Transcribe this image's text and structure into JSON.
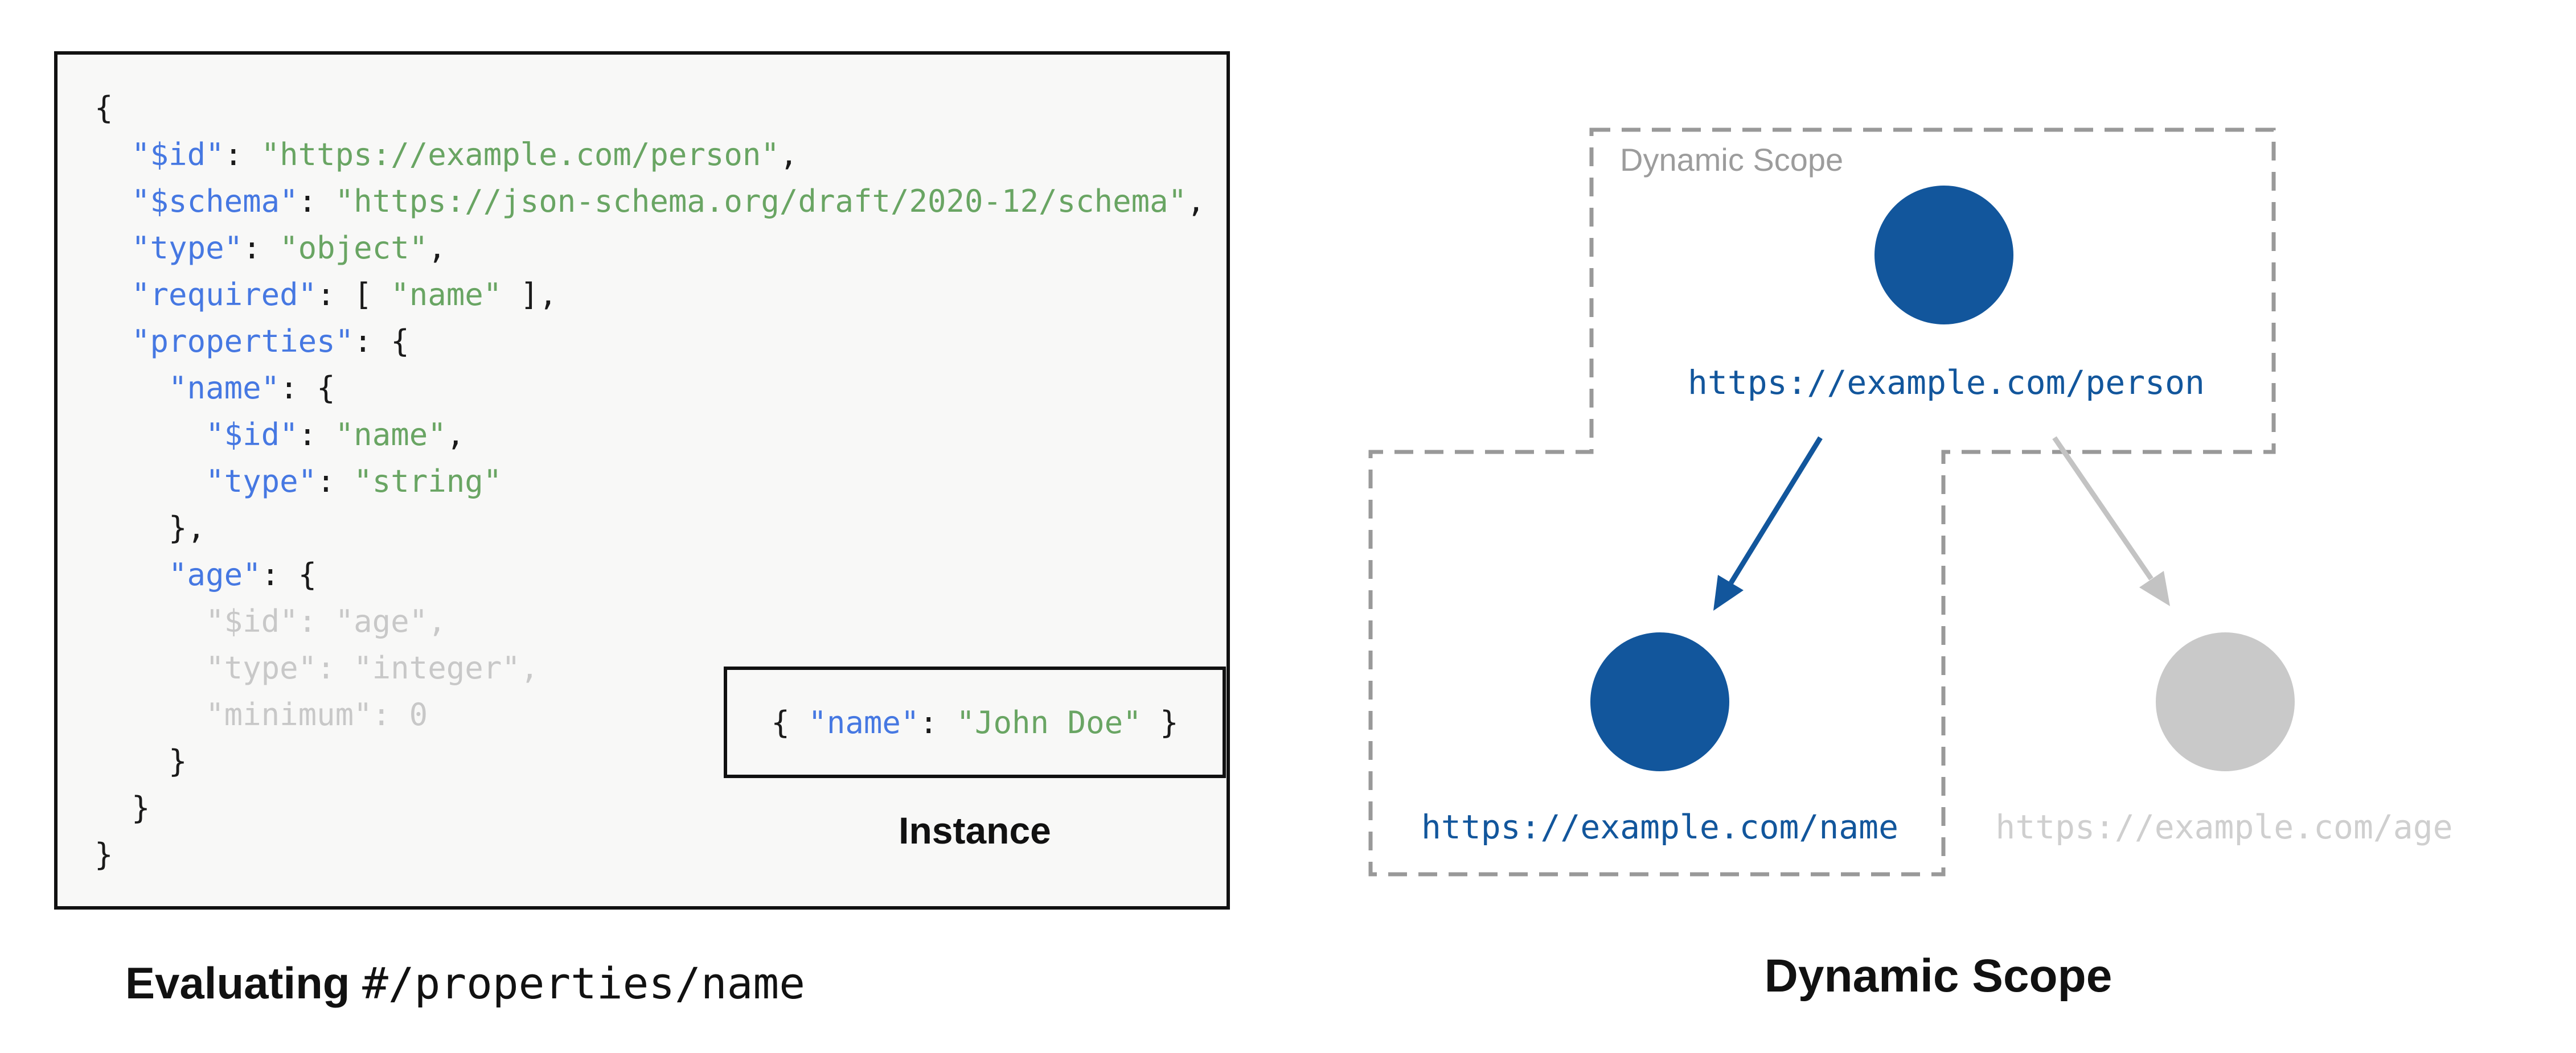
{
  "colors": {
    "key_blue": "#4678E2",
    "string_green": "#69A563",
    "code_black": "#1A1A1A",
    "muted_gray": "#C8C8C8",
    "node_blue": "#12569C",
    "node_gray": "#C9C9C9",
    "url_gray": "#CFCFCF",
    "scope_border": "#999999",
    "scope_label": "#9C9C9C",
    "arrow_gray": "#C3C3C3",
    "panel_bg": "#F8F8F7",
    "panel_border": "#111111",
    "page_bg": "#FFFFFF"
  },
  "schema_panel": {
    "code_lines": [
      [
        {
          "t": "{",
          "c": "p"
        }
      ],
      [
        {
          "t": "  ",
          "c": "p"
        },
        {
          "t": "\"$id\"",
          "c": "k"
        },
        {
          "t": ": ",
          "c": "p"
        },
        {
          "t": "\"https://example.com/person\"",
          "c": "s"
        },
        {
          "t": ",",
          "c": "p"
        }
      ],
      [
        {
          "t": "  ",
          "c": "p"
        },
        {
          "t": "\"$schema\"",
          "c": "k"
        },
        {
          "t": ": ",
          "c": "p"
        },
        {
          "t": "\"https://json-schema.org/draft/2020-12/schema\"",
          "c": "s"
        },
        {
          "t": ",",
          "c": "p"
        }
      ],
      [
        {
          "t": "  ",
          "c": "p"
        },
        {
          "t": "\"type\"",
          "c": "k"
        },
        {
          "t": ": ",
          "c": "p"
        },
        {
          "t": "\"object\"",
          "c": "s"
        },
        {
          "t": ",",
          "c": "p"
        }
      ],
      [
        {
          "t": "  ",
          "c": "p"
        },
        {
          "t": "\"required\"",
          "c": "k"
        },
        {
          "t": ": [ ",
          "c": "p"
        },
        {
          "t": "\"name\"",
          "c": "s"
        },
        {
          "t": " ],",
          "c": "p"
        }
      ],
      [
        {
          "t": "  ",
          "c": "p"
        },
        {
          "t": "\"properties\"",
          "c": "k"
        },
        {
          "t": ": {",
          "c": "p"
        }
      ],
      [
        {
          "t": "    ",
          "c": "p"
        },
        {
          "t": "\"name\"",
          "c": "k"
        },
        {
          "t": ": {",
          "c": "p"
        }
      ],
      [
        {
          "t": "      ",
          "c": "p"
        },
        {
          "t": "\"$id\"",
          "c": "k"
        },
        {
          "t": ": ",
          "c": "p"
        },
        {
          "t": "\"name\"",
          "c": "s"
        },
        {
          "t": ",",
          "c": "p"
        }
      ],
      [
        {
          "t": "      ",
          "c": "p"
        },
        {
          "t": "\"type\"",
          "c": "k"
        },
        {
          "t": ": ",
          "c": "p"
        },
        {
          "t": "\"string\"",
          "c": "s"
        }
      ],
      [
        {
          "t": "    },",
          "c": "p"
        }
      ],
      [
        {
          "t": "    ",
          "c": "p"
        },
        {
          "t": "\"age\"",
          "c": "k"
        },
        {
          "t": ": {",
          "c": "p"
        }
      ],
      [
        {
          "t": "      \"$id\": \"age\",",
          "c": "m"
        }
      ],
      [
        {
          "t": "      \"type\": \"integer\",",
          "c": "m"
        }
      ],
      [
        {
          "t": "      \"minimum\": 0",
          "c": "m"
        }
      ],
      [
        {
          "t": "    }",
          "c": "p"
        }
      ],
      [
        {
          "t": "  }",
          "c": "p"
        }
      ],
      [
        {
          "t": "}",
          "c": "p"
        }
      ]
    ],
    "instance": {
      "segments": [
        {
          "t": "{ ",
          "c": "p"
        },
        {
          "t": "\"name\"",
          "c": "k"
        },
        {
          "t": ": ",
          "c": "p"
        },
        {
          "t": "\"John Doe\"",
          "c": "s"
        },
        {
          "t": " }",
          "c": "p"
        }
      ],
      "label": "Instance"
    },
    "caption": {
      "bold": "Evaluating",
      "pointer": "#/properties/name"
    }
  },
  "diagram": {
    "scope_label": "Dynamic Scope",
    "caption": "Dynamic Scope",
    "nodes": [
      {
        "id": "person",
        "url": "https://example.com/person",
        "state": "in-scope"
      },
      {
        "id": "name",
        "url": "https://example.com/name",
        "state": "in-scope"
      },
      {
        "id": "age",
        "url": "https://example.com/age",
        "state": "out-of-scope"
      }
    ]
  }
}
